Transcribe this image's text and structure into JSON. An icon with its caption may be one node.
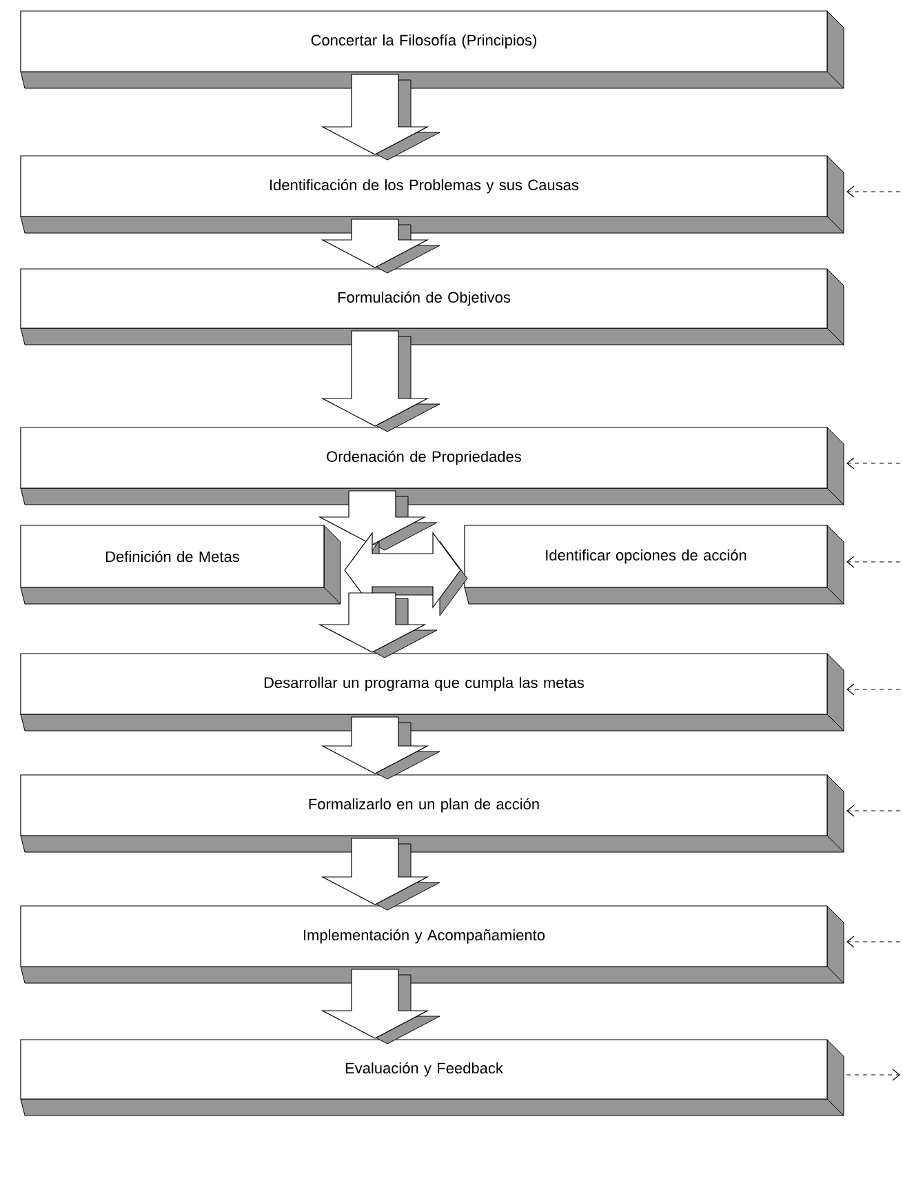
{
  "diagram": {
    "nodes": [
      {
        "text": [
          "Concertar la Filosofía  (Principios)"
        ]
      },
      {
        "text": [
          "Identificación de los Problemas y sus Causas"
        ]
      },
      {
        "text": [
          "Formulación de Objetivos"
        ]
      },
      {
        "text": [
          "Ordenación de Propriedades"
        ]
      },
      {
        "text": [
          "Definición de Metas"
        ]
      },
      {
        "text": [
          "Identificar opciones de acción"
        ]
      },
      {
        "text": [
          "Desarrollar un programa que cumpla las metas"
        ]
      },
      {
        "text": [
          "Formalizarlo en un plan de acción"
        ]
      },
      {
        "text": [
          "Implementación y Acompañamiento"
        ]
      },
      {
        "text": [
          "Evaluación y Feedback"
        ]
      }
    ],
    "edges": [
      {
        "from": 0,
        "to": 1,
        "arrow": "to"
      },
      {
        "from": 1,
        "to": 2,
        "arrow": "to"
      },
      {
        "from": 2,
        "to": 3,
        "arrow": "to"
      },
      {
        "from": 3,
        "to": 4,
        "arrow": "to"
      },
      {
        "from": 4,
        "to": 5,
        "arrow": "both"
      },
      {
        "from": 4,
        "to": 6,
        "arrow": "to"
      },
      {
        "from": 6,
        "to": 7,
        "arrow": "to"
      },
      {
        "from": 7,
        "to": 8,
        "arrow": "to"
      },
      {
        "from": 8,
        "to": 9,
        "arrow": "to"
      },
      {
        "from": null,
        "to": 1,
        "arrow": "to",
        "style": "dashed"
      },
      {
        "from": null,
        "to": 3,
        "arrow": "to",
        "style": "dashed"
      },
      {
        "from": null,
        "to": 5,
        "arrow": "to",
        "style": "dashed"
      },
      {
        "from": null,
        "to": 6,
        "arrow": "to",
        "style": "dashed"
      },
      {
        "from": null,
        "to": 7,
        "arrow": "to",
        "style": "dashed"
      },
      {
        "from": null,
        "to": 8,
        "arrow": "to",
        "style": "dashed"
      },
      {
        "from": 9,
        "to": null,
        "arrow": "to",
        "style": "dashed"
      }
    ]
  }
}
